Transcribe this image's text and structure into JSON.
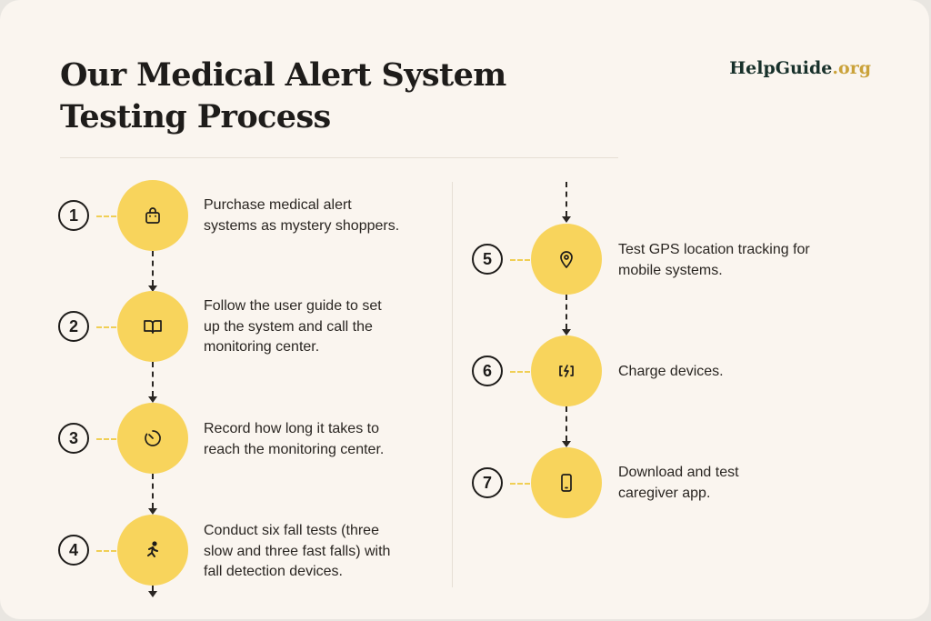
{
  "title_lines": [
    "Our Medical Alert System",
    "Testing Process"
  ],
  "brand": {
    "name": "HelpGuide",
    "suffix": ".org"
  },
  "colors": {
    "accent": "#f8d45c",
    "background": "#faf5ef",
    "brand_green": "#17302a",
    "brand_gold": "#caa23a"
  },
  "steps": [
    {
      "number": "1",
      "icon": "shopping-bag-icon",
      "lines": [
        "Purchase medical alert",
        "systems as mystery shoppers."
      ]
    },
    {
      "number": "2",
      "icon": "open-book-icon",
      "lines": [
        "Follow the user guide to set",
        "up the system and call the",
        "monitoring center."
      ]
    },
    {
      "number": "3",
      "icon": "timer-icon",
      "lines": [
        "Record how long it takes to",
        "reach the monitoring center."
      ]
    },
    {
      "number": "4",
      "icon": "person-falling-icon",
      "lines": [
        "Conduct six fall tests (three",
        "slow and three fast falls) with",
        "fall detection devices."
      ]
    },
    {
      "number": "5",
      "icon": "location-pin-icon",
      "lines": [
        "Test GPS location tracking for",
        "mobile systems."
      ]
    },
    {
      "number": "6",
      "icon": "battery-charging-icon",
      "lines": [
        "Charge devices."
      ]
    },
    {
      "number": "7",
      "icon": "smartphone-icon",
      "lines": [
        "Download and test",
        "caregiver app."
      ]
    }
  ]
}
